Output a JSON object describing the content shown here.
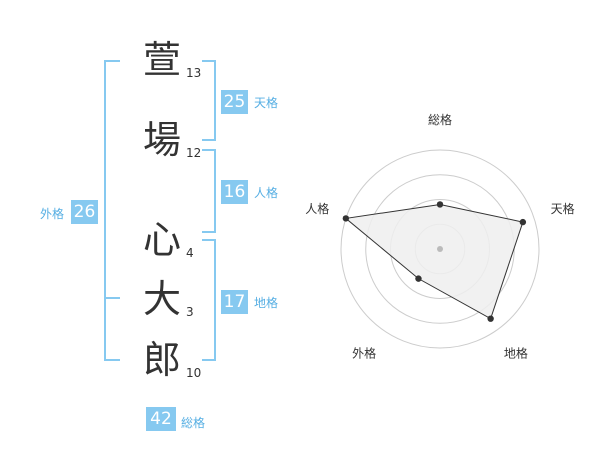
{
  "name_chars": [
    {
      "char": "萱",
      "strokes": "13"
    },
    {
      "char": "場",
      "strokes": "12"
    },
    {
      "char": "心",
      "strokes": "4"
    },
    {
      "char": "大",
      "strokes": "3"
    },
    {
      "char": "郎",
      "strokes": "10"
    }
  ],
  "fortune": {
    "tenkaku": {
      "value": "25",
      "label": "天格"
    },
    "jinkaku": {
      "value": "16",
      "label": "人格"
    },
    "chikaku": {
      "value": "17",
      "label": "地格"
    },
    "gaikaku": {
      "value": "26",
      "label": "外格"
    },
    "soukaku": {
      "value": "42",
      "label": "総格"
    }
  },
  "chart_data": {
    "type": "radar",
    "axes": [
      "総格",
      "天格",
      "地格",
      "外格",
      "人格"
    ],
    "values": [
      0.45,
      0.88,
      0.87,
      0.37,
      1.0
    ],
    "range": [
      0,
      1
    ],
    "rings": 4,
    "colors": {
      "fill": "#eeeeee",
      "line": "#333333",
      "grid": "#cccccc",
      "center": "#bbbbbb"
    }
  }
}
